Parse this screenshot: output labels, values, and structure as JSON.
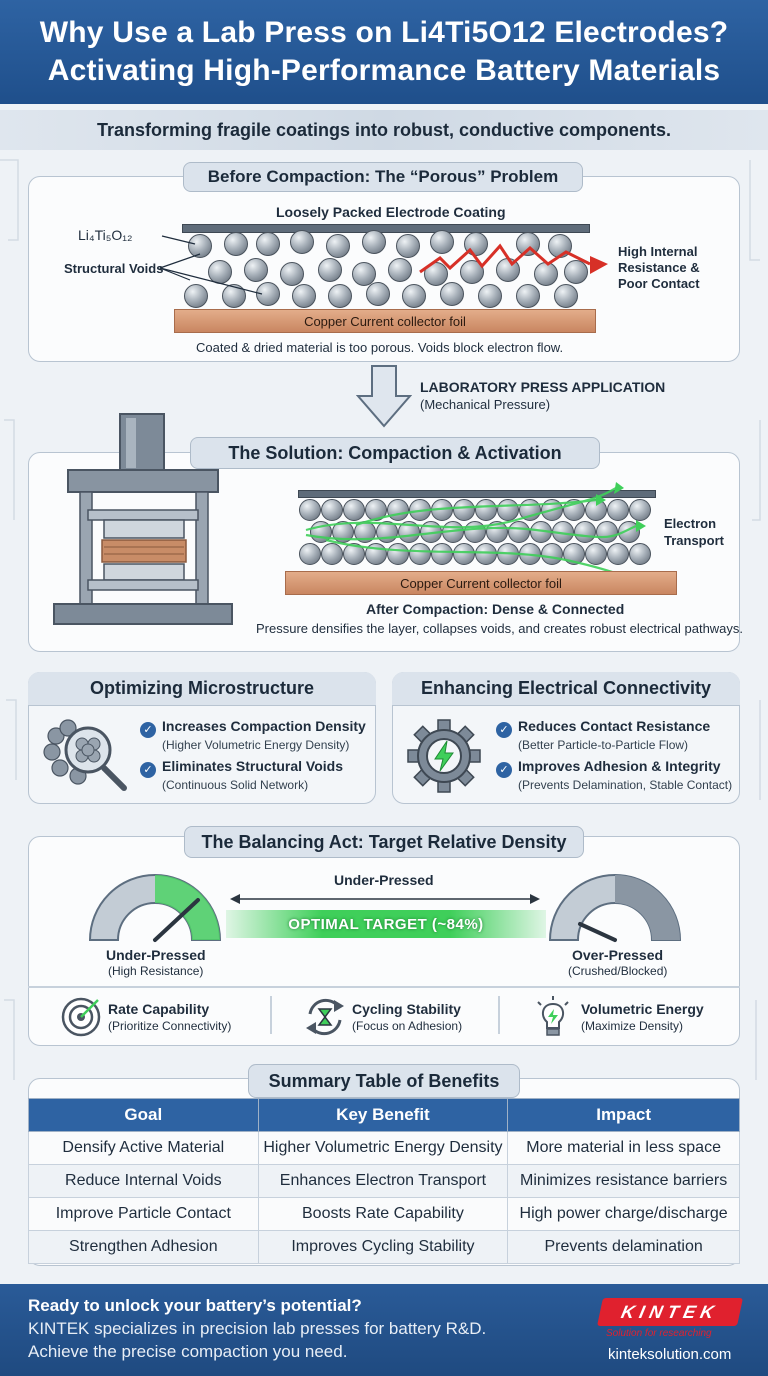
{
  "header": {
    "line1": "Why Use a Lab Press on Li4Ti5O12 Electrodes?",
    "line2": "Activating High-Performance Battery Materials"
  },
  "subtitle": "Transforming fragile coatings into robust, conductive components.",
  "before": {
    "title": "Before Compaction: The “Porous” Problem",
    "coating_label": "Loosely Packed Electrode Coating",
    "material_label": "Li₄Ti₅O₁₂",
    "voids_label": "Structural Voids",
    "resistance_line1": "High Internal",
    "resistance_line2": "Resistance &",
    "resistance_line3": "Poor Contact",
    "foil": "Copper Current collector foil",
    "caption": "Coated & dried material is too porous. Voids block electron flow."
  },
  "arrow": {
    "label": "LABORATORY PRESS APPLICATION",
    "sub": "(Mechanical Pressure)"
  },
  "solution": {
    "title": "The Solution: Compaction & Activation",
    "electron_line1": "Electron",
    "electron_line2": "Transport",
    "foil": "Copper Current collector foil",
    "after_label": "After Compaction: Dense & Connected",
    "caption": "Pressure densifies the layer, collapses voids, and creates robust electrical pathways."
  },
  "micro": {
    "title": "Optimizing Microstructure",
    "items": [
      {
        "main": "Increases Compaction Density",
        "sub": "(Higher Volumetric Energy Density)"
      },
      {
        "main": "Eliminates Structural Voids",
        "sub": "(Continuous Solid Network)"
      }
    ]
  },
  "elec": {
    "title": "Enhancing Electrical Connectivity",
    "items": [
      {
        "main": "Reduces Contact Resistance",
        "sub": "(Better Particle-to-Particle Flow)"
      },
      {
        "main": "Improves Adhesion & Integrity",
        "sub": "(Prevents Delamination, Stable Contact)"
      }
    ]
  },
  "balance": {
    "title": "The Balancing Act: Target Relative Density",
    "range_label": "Under-Pressed",
    "optimal": "OPTIMAL TARGET (~84%)",
    "left_main": "Under-Pressed",
    "left_sub": "(High Resistance)",
    "right_main": "Over-Pressed",
    "right_sub": "(Crushed/Blocked)",
    "items": [
      {
        "main": "Rate Capability",
        "sub": "(Prioritize Connectivity)"
      },
      {
        "main": "Cycling Stability",
        "sub": "(Focus on Adhesion)"
      },
      {
        "main": "Volumetric Energy",
        "sub": "(Maximize Density)"
      }
    ]
  },
  "summary": {
    "title": "Summary Table of Benefits",
    "headers": [
      "Goal",
      "Key Benefit",
      "Impact"
    ],
    "rows": [
      [
        "Densify Active Material",
        "Higher Volumetric Energy Density",
        "More material in less space"
      ],
      [
        "Reduce Internal Voids",
        "Enhances Electron Transport",
        "Minimizes resistance barriers"
      ],
      [
        "Improve Particle Contact",
        "Boosts Rate Capability",
        "High power charge/discharge"
      ],
      [
        "Strengthen Adhesion",
        "Improves Cycling Stability",
        "Prevents delamination"
      ]
    ]
  },
  "footer": {
    "question": "Ready to unlock your battery’s potential?",
    "line1": "KINTEK specializes in precision lab presses for battery R&D.",
    "line2": "Achieve the precise compaction you need.",
    "logo": "KINTEK",
    "tagline": "Solution for researching",
    "url": "kinteksolution.com"
  },
  "colors": {
    "primary": "#2e63a3",
    "copper": "#c98661",
    "accent_red": "#e0212e",
    "optimal_green": "#3fcf5a"
  }
}
